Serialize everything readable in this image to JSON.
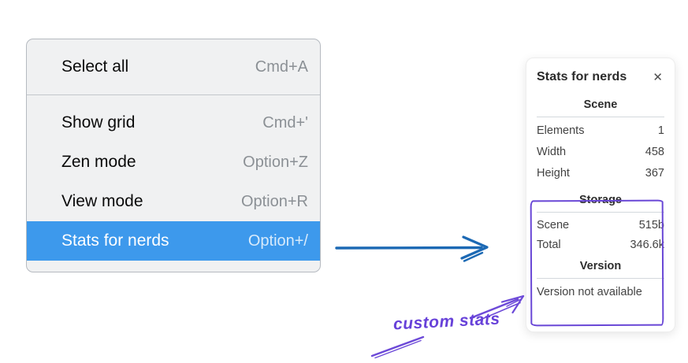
{
  "context_menu": {
    "items": [
      {
        "label": "Select all",
        "shortcut": "Cmd+A",
        "selected": false
      },
      {
        "label": "Show grid",
        "shortcut": "Cmd+'",
        "selected": false
      },
      {
        "label": "Zen mode",
        "shortcut": "Option+Z",
        "selected": false
      },
      {
        "label": "View mode",
        "shortcut": "Option+R",
        "selected": false
      },
      {
        "label": "Stats for nerds",
        "shortcut": "Option+/",
        "selected": true
      }
    ],
    "colors": {
      "background": "#f0f1f2",
      "selection": "#3d99ec",
      "selected_text": "#ffffff",
      "shortcut_text": "#8b9095"
    }
  },
  "stats_panel": {
    "title": "Stats for nerds",
    "close_label": "✕",
    "sections": [
      {
        "heading": "Scene",
        "rows": [
          {
            "label": "Elements",
            "value": "1"
          },
          {
            "label": "Width",
            "value": "458"
          },
          {
            "label": "Height",
            "value": "367"
          }
        ]
      },
      {
        "heading": "Storage",
        "rows": [
          {
            "label": "Scene",
            "value": "515b"
          },
          {
            "label": "Total",
            "value": "346.6k"
          }
        ]
      },
      {
        "heading": "Version",
        "note": "Version not available"
      }
    ]
  },
  "annotation": {
    "label": "custom stats",
    "color": "#6741d9"
  },
  "flow_arrow": {
    "color": "#1c69b4"
  }
}
